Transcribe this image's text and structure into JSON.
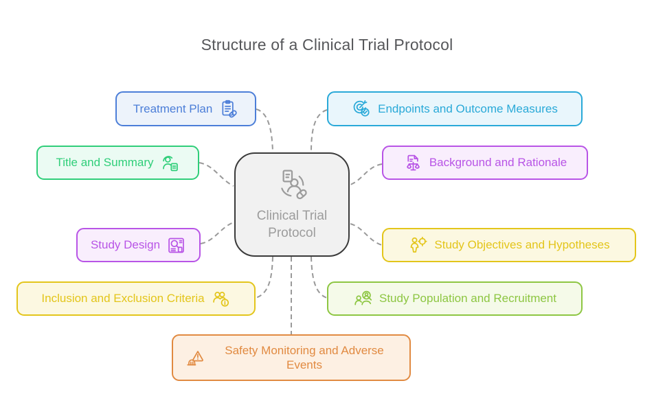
{
  "title": "Structure of a Clinical Trial Protocol",
  "canvas": {
    "background": "#ffffff",
    "connector_color": "#999999"
  },
  "center": {
    "label": "Clinical Trial Protocol",
    "icon": "clinical-trial-icon",
    "border_color": "#3a3a3a",
    "bg_color": "#f1f1f1",
    "text_color": "#9c9c9c"
  },
  "nodes": [
    {
      "id": "treatment-plan",
      "label": "Treatment Plan",
      "icon": "clipboard-pill-icon",
      "border_color": "#4c7ed8",
      "text_color": "#4c7ed8",
      "bg_color": "#edf3fb",
      "icon_side": "right"
    },
    {
      "id": "endpoints-outcome-measures",
      "label": "Endpoints and Outcome Measures",
      "icon": "target-check-icon",
      "border_color": "#29a9d8",
      "text_color": "#29a9d8",
      "bg_color": "#e9f6fc",
      "icon_side": "left"
    },
    {
      "id": "title-summary",
      "label": "Title and Summary",
      "icon": "person-document-icon",
      "border_color": "#2fce79",
      "text_color": "#2fce79",
      "bg_color": "#ebfbf3",
      "icon_side": "right"
    },
    {
      "id": "background-rationale",
      "label": "Background and Rationale",
      "icon": "document-scales-icon",
      "border_color": "#b854e6",
      "text_color": "#b854e6",
      "bg_color": "#f9eefd",
      "icon_side": "left"
    },
    {
      "id": "study-design",
      "label": "Study Design",
      "icon": "design-board-icon",
      "border_color": "#b854e6",
      "text_color": "#b854e6",
      "bg_color": "#f9eefd",
      "icon_side": "right"
    },
    {
      "id": "study-objectives-hypotheses",
      "label": "Study Objectives and Hypotheses",
      "icon": "person-target-icon",
      "border_color": "#e3c51a",
      "text_color": "#e3c51a",
      "bg_color": "#fcf8e1",
      "icon_side": "left"
    },
    {
      "id": "inclusion-exclusion-criteria",
      "label": "Inclusion and Exclusion Criteria",
      "icon": "people-criteria-icon",
      "border_color": "#e3c51a",
      "text_color": "#e3c51a",
      "bg_color": "#fcf8e1",
      "icon_side": "right"
    },
    {
      "id": "study-population-recruitment",
      "label": "Study Population and Recruitment",
      "icon": "people-search-icon",
      "border_color": "#8dc642",
      "text_color": "#8dc642",
      "bg_color": "#f5fae9",
      "icon_side": "left"
    },
    {
      "id": "safety-monitoring-adverse-events",
      "label": "Safety Monitoring and Adverse Events",
      "icon": "warning-barrier-icon",
      "border_color": "#e18a41",
      "text_color": "#e18a41",
      "bg_color": "#fdf0e3",
      "icon_side": "left"
    }
  ]
}
